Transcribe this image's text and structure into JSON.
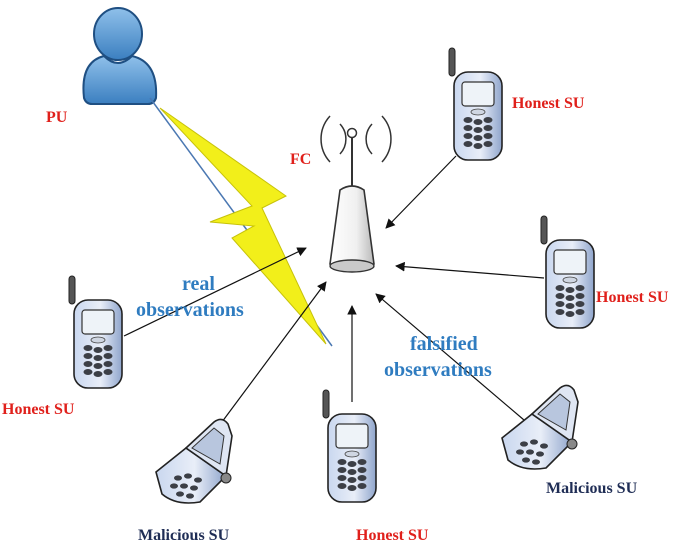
{
  "labels": {
    "pu": "PU",
    "fc": "FC",
    "honest_su_top_right": "Honest SU",
    "honest_su_mid_right": "Honest SU",
    "honest_su_left": "Honest SU",
    "honest_su_bottom": "Honest SU",
    "malicious_su_bottom_left": "Malicious SU",
    "malicious_su_right": "Malicious SU",
    "real_observations_line1": "real",
    "real_observations_line2": "observations",
    "falsified_observations_line1": "falsified",
    "falsified_observations_line2": "observations"
  },
  "colors": {
    "su_label": "#e0201b",
    "malicious_label": "#1f2d55",
    "observation_label": "#2f7cc0",
    "lightning": "#f2ef1a",
    "pu_body": "#5b9bd5"
  },
  "icons": {
    "pu": "user-icon",
    "fc": "antenna-tower-icon",
    "honest_su": "mobile-phone-icon",
    "malicious_su": "flip-phone-icon",
    "link": "lightning-bolt-icon"
  }
}
